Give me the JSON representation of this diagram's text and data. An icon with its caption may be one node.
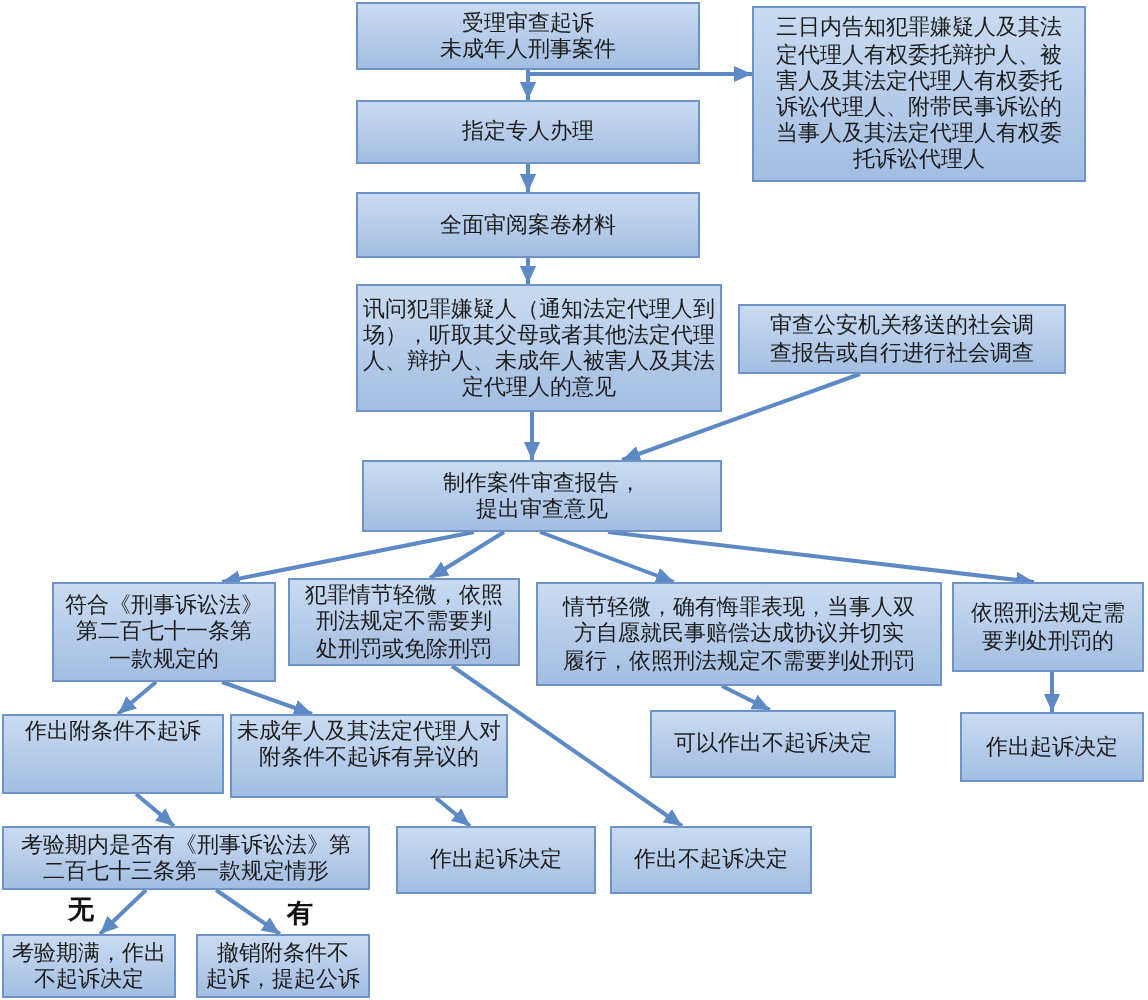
{
  "diagram": {
    "nodes": [
      {
        "text": [
          "受理审查起诉未成年人刑事案件"
        ]
      },
      {
        "text": [
          "三日内告知犯罪嫌疑人及其法定代理人有权委托辩护人、被害人及其法定代理人有权委托诉讼代理人、附带民事诉讼的当事人及其法定代理人有权委托诉讼代理人"
        ]
      },
      {
        "text": [
          "指定专人办理"
        ]
      },
      {
        "text": [
          "全面审阅案卷材料"
        ]
      },
      {
        "text": [
          "讯问犯罪嫌疑人（通知法定代理人到场），听取其父母或者其他法定代理人、辩护人、未成年人被害人及其法定代理人的意见"
        ]
      },
      {
        "text": [
          "审查公安机关移送的社会调查报告或自行进行社会调查"
        ]
      },
      {
        "text": [
          "制作案件审查报告，提出审查意见"
        ]
      },
      {
        "text": [
          "符合《刑事诉讼法》第二百七十一条第一款规定的"
        ]
      },
      {
        "text": [
          "犯罪情节轻微，依照刑法规定不需要判处刑罚或免除刑罚"
        ]
      },
      {
        "text": [
          "情节轻微，确有悔罪表现，当事人双方自愿就民事赔偿达成协议并切实履行，依照刑法规定不需要判处刑罚"
        ]
      },
      {
        "text": [
          "依照刑法规定需要判处刑罚的"
        ]
      },
      {
        "text": [
          "作出附条件不起诉"
        ]
      },
      {
        "text": [
          "未成年人及其法定代理人对附条件不起诉有异议的"
        ]
      },
      {
        "text": [
          "可以作出不起诉决定"
        ]
      },
      {
        "text": [
          "作出起诉决定"
        ]
      },
      {
        "text": [
          "考验期内是否有《刑事诉讼法》第二百七十三条第一款规定情形"
        ]
      },
      {
        "text": [
          "作出起诉决定"
        ]
      },
      {
        "text": [
          "作出不起诉决定"
        ]
      },
      {
        "text": [
          "考验期满，作出不起诉决定"
        ]
      },
      {
        "text": [
          "撤销附条件不起诉，提起公诉"
        ]
      }
    ],
    "edges": [
      {
        "from": 0,
        "to": 2,
        "arrow": "to"
      },
      {
        "from": 0,
        "to": 1,
        "arrow": "to"
      },
      {
        "from": 2,
        "to": 3,
        "arrow": "to"
      },
      {
        "from": 3,
        "to": 4,
        "arrow": "to"
      },
      {
        "from": 4,
        "to": 6,
        "arrow": "to"
      },
      {
        "from": 5,
        "to": 6,
        "arrow": "to"
      },
      {
        "from": 6,
        "to": 7,
        "arrow": "to"
      },
      {
        "from": 6,
        "to": 8,
        "arrow": "to"
      },
      {
        "from": 6,
        "to": 9,
        "arrow": "to"
      },
      {
        "from": 6,
        "to": 10,
        "arrow": "to"
      },
      {
        "from": 7,
        "to": 11,
        "arrow": "to"
      },
      {
        "from": 7,
        "to": 12,
        "arrow": "to"
      },
      {
        "from": 8,
        "to": 17,
        "arrow": "to"
      },
      {
        "from": 9,
        "to": 13,
        "arrow": "to"
      },
      {
        "from": 10,
        "to": 14,
        "arrow": "to"
      },
      {
        "from": 11,
        "to": 15,
        "arrow": "to"
      },
      {
        "from": 12,
        "to": 16,
        "arrow": "to"
      },
      {
        "from": 15,
        "to": 18,
        "arrow": "to",
        "label": "无"
      },
      {
        "from": 15,
        "to": 19,
        "arrow": "to",
        "label": "有"
      }
    ]
  }
}
